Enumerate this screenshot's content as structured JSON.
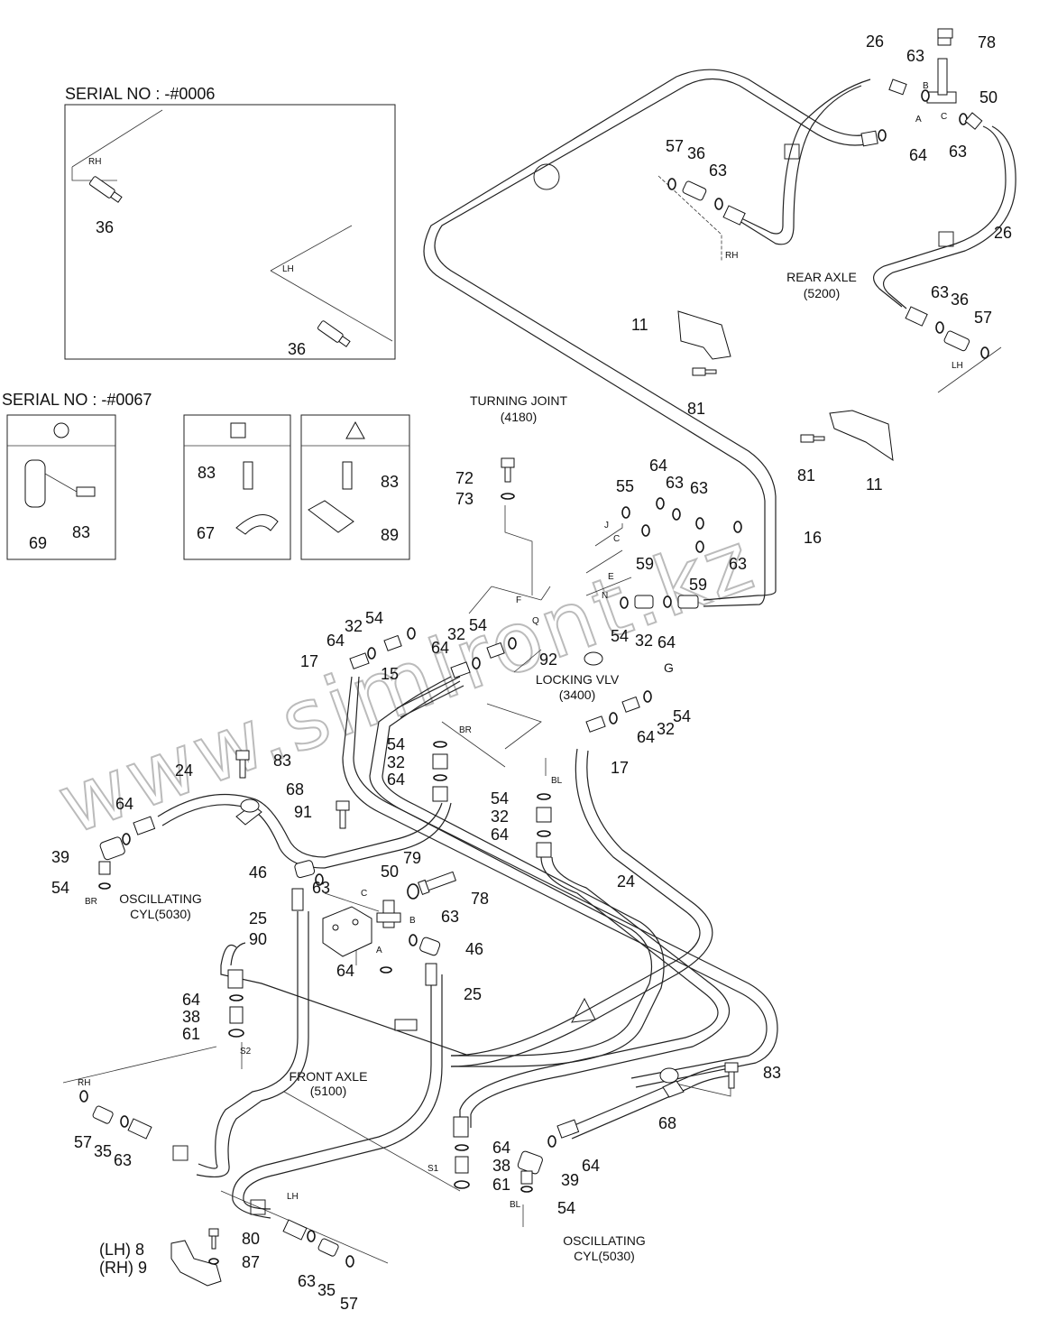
{
  "watermark": "www.simiront.kz",
  "headers": {
    "serial_0006": "SERIAL NO : -#0006",
    "serial_0067": "SERIAL NO : -#0067"
  },
  "titles": {
    "turning_joint": [
      "TURNING JOINT",
      "(4180)"
    ],
    "rear_axle": [
      "REAR AXLE",
      "(5200)"
    ],
    "locking_vlv": [
      "LOCKING VLV",
      "(3400)"
    ],
    "front_axle": [
      "FRONT AXLE",
      "(5100)"
    ],
    "osc_cyl_left": [
      "OSCILLATING",
      "CYL(5030)"
    ],
    "osc_cyl_right": [
      "OSCILLATING",
      "CYL(5030)"
    ]
  },
  "inset": {
    "labels": [
      "RH",
      "LH"
    ],
    "parts": [
      "36",
      "36"
    ]
  },
  "symbol_boxes": [
    {
      "symbol": "circle-icon",
      "parts": [
        "69",
        "83"
      ]
    },
    {
      "symbol": "square-icon",
      "parts": [
        "83",
        "67"
      ]
    },
    {
      "symbol": "triangle-icon",
      "parts": [
        "83",
        "89"
      ]
    }
  ],
  "side_labels": {
    "lh_rh_8": "(LH) 8",
    "lh_rh_9": "(RH) 9"
  },
  "port_letters": [
    "RH",
    "LH",
    "B",
    "A",
    "C",
    "J",
    "C",
    "E",
    "N",
    "F",
    "Q",
    "G",
    "BR",
    "BL",
    "BR",
    "BL",
    "C",
    "B",
    "A",
    "S2",
    "S1",
    "RH",
    "LH"
  ],
  "part_numbers": [
    "26",
    "63",
    "78",
    "50",
    "63",
    "64",
    "57",
    "36",
    "63",
    "26",
    "63",
    "36",
    "57",
    "11",
    "81",
    "81",
    "11",
    "16",
    "72",
    "73",
    "55",
    "64",
    "63",
    "63",
    "59",
    "63",
    "59",
    "54",
    "32",
    "54",
    "32",
    "64",
    "64",
    "17",
    "15",
    "92",
    "54",
    "32",
    "64",
    "54",
    "32",
    "64",
    "17",
    "54",
    "32",
    "64",
    "54",
    "32",
    "64",
    "83",
    "24",
    "68",
    "64",
    "39",
    "54",
    "91",
    "46",
    "63",
    "79",
    "78",
    "50",
    "25",
    "90",
    "63",
    "46",
    "64",
    "25",
    "24",
    "64",
    "38",
    "61",
    "57",
    "35",
    "63",
    "64",
    "38",
    "61",
    "39",
    "64",
    "54",
    "68",
    "83",
    "80",
    "87",
    "63",
    "35",
    "57"
  ]
}
